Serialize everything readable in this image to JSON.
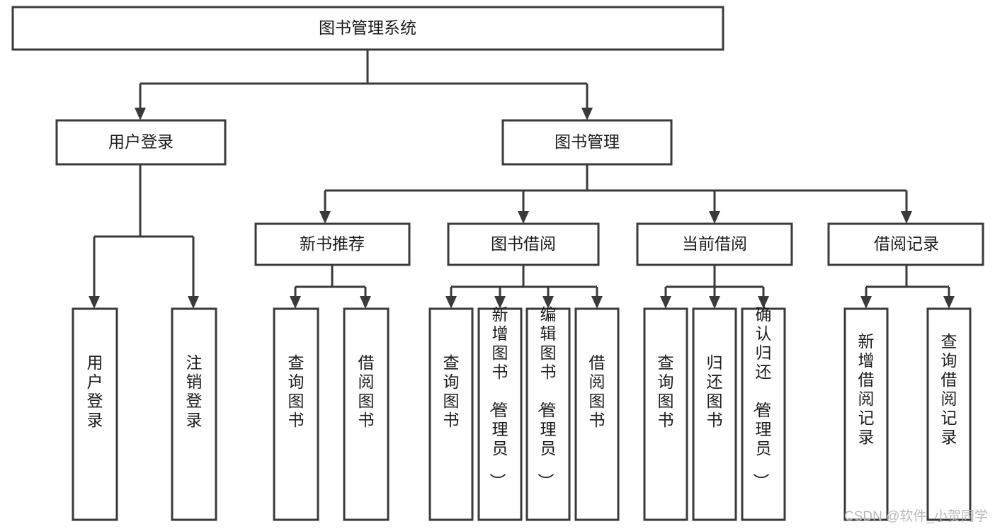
{
  "diagram": {
    "title": "图书管理系统",
    "type": "tree-hierarchy-chart",
    "root": {
      "label": "图书管理系统"
    },
    "level1": [
      {
        "label": "用户登录"
      },
      {
        "label": "图书管理"
      }
    ],
    "level2": [
      {
        "label": "新书推荐"
      },
      {
        "label": "图书借阅"
      },
      {
        "label": "当前借阅"
      },
      {
        "label": "借阅记录"
      }
    ],
    "leaves": {
      "user_login": [
        {
          "label": "用户登录"
        },
        {
          "label": "注销登录"
        }
      ],
      "new_book_recommend": [
        {
          "label": "查询图书"
        },
        {
          "label": "借阅图书"
        }
      ],
      "book_borrow": [
        {
          "label": "查询图书"
        },
        {
          "label": "新增图书（管理员）"
        },
        {
          "label": "编辑图书（管理员）"
        },
        {
          "label": "借阅图书"
        }
      ],
      "current_borrow": [
        {
          "label": "查询图书"
        },
        {
          "label": "归还图书"
        },
        {
          "label": "确认归还（管理员）"
        }
      ],
      "borrow_record": [
        {
          "label": "新增借阅记录"
        },
        {
          "label": "查询借阅记录"
        }
      ]
    },
    "watermark": "CSDN @软件_小贺同学",
    "colors": {
      "stroke": "#3a3a3a",
      "fill": "#ffffff",
      "text": "#1c1c1c",
      "watermark": "#b9b9b9"
    }
  }
}
